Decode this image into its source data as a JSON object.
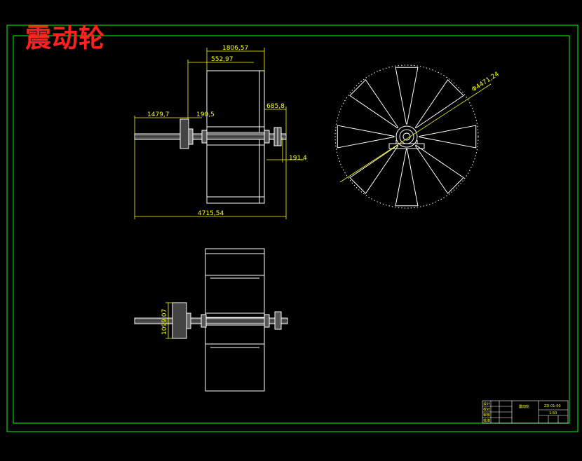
{
  "drawing": {
    "title": "震动轮",
    "colors": {
      "background": "#000000",
      "frame": "#00ff00",
      "outline": "#ffffff",
      "dimension": "#ffff00",
      "title": "#ff2020",
      "shaft_fill": "#666666"
    }
  },
  "dimensions": {
    "overall_width": "1806,57",
    "inner_width": "552,97",
    "shaft_length": "1479,7",
    "hub_offset": "190,5",
    "right_flange": "685,8",
    "right_hub": "191,4",
    "total_length": "4715,54",
    "diameter": "Φ4471,24",
    "hub_height": "1099,07"
  },
  "title_block": {
    "name": "震动轮",
    "drawing_no": "ZD-01-00",
    "scale": "1:50",
    "cells": [
      "设计",
      "校对",
      "审核",
      "批准"
    ]
  }
}
